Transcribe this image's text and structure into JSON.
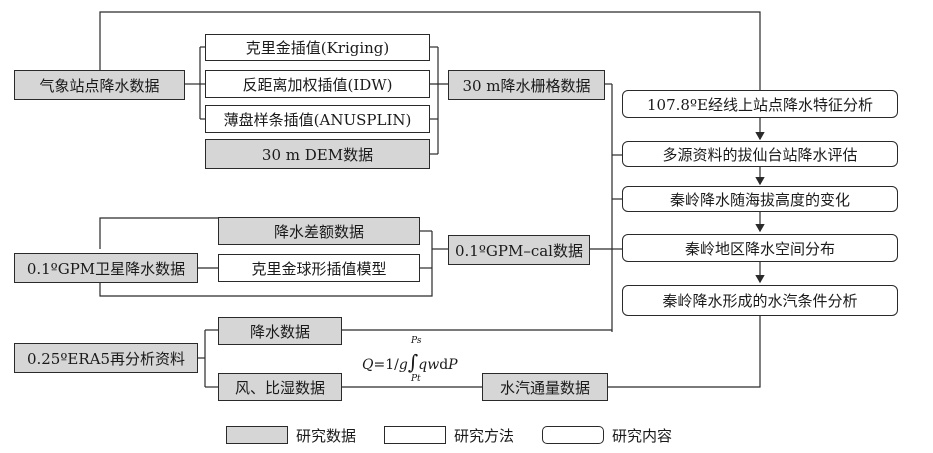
{
  "nodes": {
    "station_data": "气象站点降水数据",
    "kriging": "克里金插值(Kriging)",
    "idw": "反距离加权插值(IDW)",
    "anusplin": "薄盘样条插值(ANUSPLIN)",
    "dem": "30 m DEM数据",
    "grid_30m": "30 m降水栅格数据",
    "gpm_sat": "0.1ºGPM卫星降水数据",
    "precip_diff": "降水差额数据",
    "kriging_sphere": "克里金球形插值模型",
    "gpm_cal": "0.1ºGPM–cal数据",
    "era5": "0.25ºERA5再分析资料",
    "era5_precip": "降水数据",
    "wind_humidity": "风、比湿数据",
    "vapor_flux": "水汽通量数据",
    "r1": "107.8ºE经线上站点降水特征分析",
    "r2": "多源资料的拔仙台站降水评估",
    "r3": "秦岭降水随海拔高度的变化",
    "r4": "秦岭地区降水空间分布",
    "r5": "秦岭降水形成的水汽条件分析"
  },
  "formula": {
    "q": "Q",
    "eq": "=1/",
    "g": "g",
    "integral": "∫",
    "integrand": "qw",
    "dP": "dP",
    "upper": "Ps",
    "lower": "Pt"
  },
  "legend": {
    "data": "研究数据",
    "method": "研究方法",
    "content": "研究内容"
  }
}
